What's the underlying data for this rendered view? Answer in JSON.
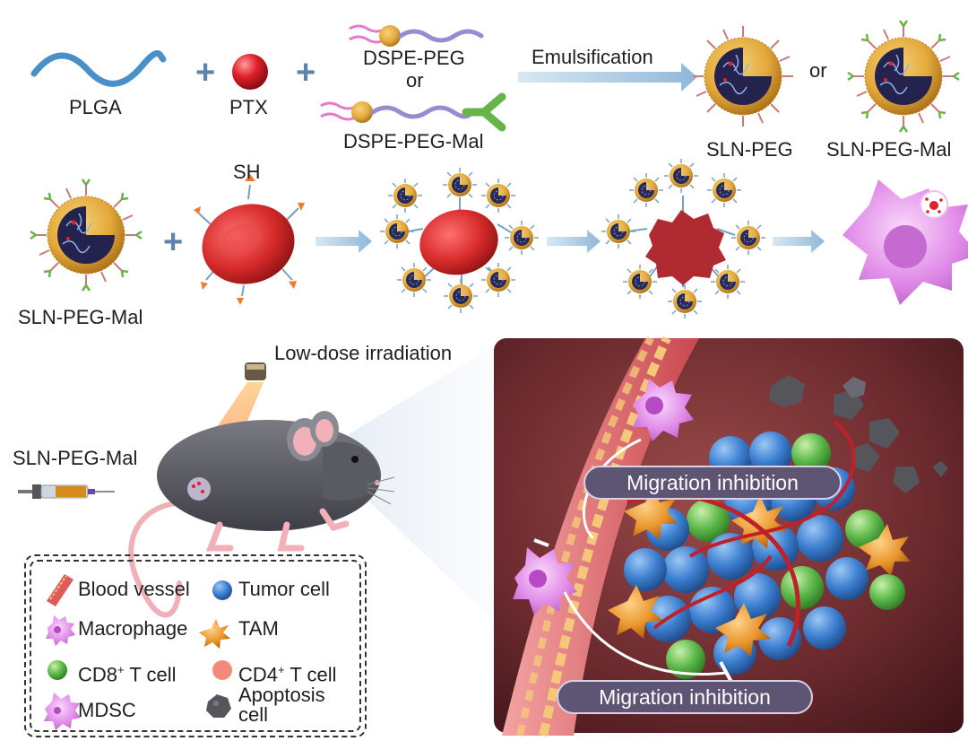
{
  "top_row": {
    "plga": "PLGA",
    "ptx": "PTX",
    "dspe_peg": "DSPE-PEG",
    "or_1": "or",
    "dspe_peg_mal": "DSPE-PEG-Mal",
    "emulsification": "Emulsification",
    "sln_peg": "SLN-PEG",
    "or_2": "or",
    "sln_peg_mal": "SLN-PEG-Mal"
  },
  "middle_row": {
    "sln_peg_mal": "SLN-PEG-Mal",
    "sh": "SH"
  },
  "bottom": {
    "low_dose": "Low-dose irradiation",
    "injection": "SLN-PEG-Mal",
    "migration_top": "Migration inhibition",
    "migration_bottom": "Migration inhibition"
  },
  "legend": {
    "blood_vessel": "Blood vessel",
    "tumor_cell": "Tumor cell",
    "macrophage": "Macrophage",
    "tam": "TAM",
    "cd8_prefix": "CD8",
    "cd8_sup": "+",
    "cd8_suffix": " T cell",
    "cd4_prefix": "CD4",
    "cd4_sup": "+",
    "cd4_suffix": " T cell",
    "mdsc": "MDSC",
    "apoptosis_line1": "Apoptosis",
    "apoptosis_line2": "cell"
  },
  "colors": {
    "plga_blue": "#4a90c8",
    "ptx_red": "#e0202a",
    "arrow_blue": "#8fb8d8",
    "sln_gold": "#e3a93a",
    "rbc_red": "#d62a2a",
    "macrophage_pink": "#e08ae8",
    "tumor_blue": "#3d7fd0",
    "tcell_green": "#5cb84a",
    "tam_orange": "#e9952a",
    "pill_purple": "#5e5473"
  }
}
